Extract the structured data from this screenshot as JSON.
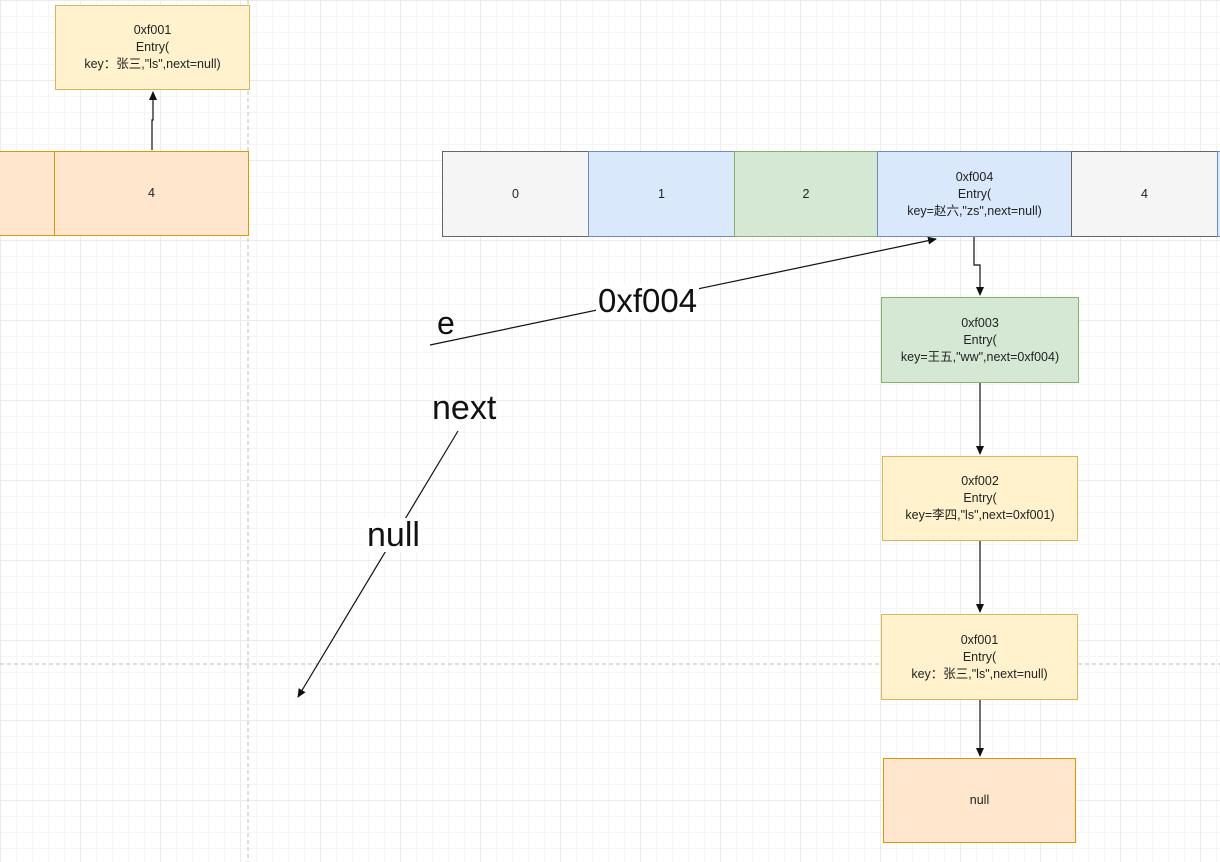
{
  "top_entry": {
    "addr": "0xf001",
    "type": "Entry(",
    "content": "key：张三,\"ls\",next=null)"
  },
  "left_array": {
    "cell_label": "4"
  },
  "array": {
    "cells": [
      {
        "label": "0",
        "fill": "#f5f5f5",
        "border": "#666666"
      },
      {
        "label": "1",
        "fill": "#dae8fc",
        "border": "#6c8ebf"
      },
      {
        "label": "2",
        "fill": "#d5e8d4",
        "border": "#82b366"
      },
      {
        "addr": "0xf004",
        "type": "Entry(",
        "content": "key=赵六,\"zs\",next=null)",
        "fill": "#dae8fc",
        "border": "#6c8ebf"
      },
      {
        "label": "4",
        "fill": "#f5f5f5",
        "border": "#666666"
      }
    ]
  },
  "chain": [
    {
      "addr": "0xf003",
      "type": "Entry(",
      "content": "key=王五,\"ww\",next=0xf004)",
      "fill": "#d5e8d4",
      "border": "#82b366"
    },
    {
      "addr": "0xf002",
      "type": "Entry(",
      "content": "key=李四,\"ls\",next=0xf001)",
      "fill": "#fff2cc",
      "border": "#d6b656"
    },
    {
      "addr": "0xf001",
      "type": "Entry(",
      "content": "key：张三,\"ls\",next=null)",
      "fill": "#fff2cc",
      "border": "#d6b656"
    }
  ],
  "null_box": {
    "label": "null"
  },
  "labels": {
    "e": "e",
    "e_value": "0xf004",
    "next": "next",
    "next_value": "null"
  },
  "colors": {
    "orange_fill": "#ffe6cc",
    "orange_border": "#d79b00",
    "yellow_fill": "#fff2cc",
    "yellow_border": "#d6b656"
  }
}
